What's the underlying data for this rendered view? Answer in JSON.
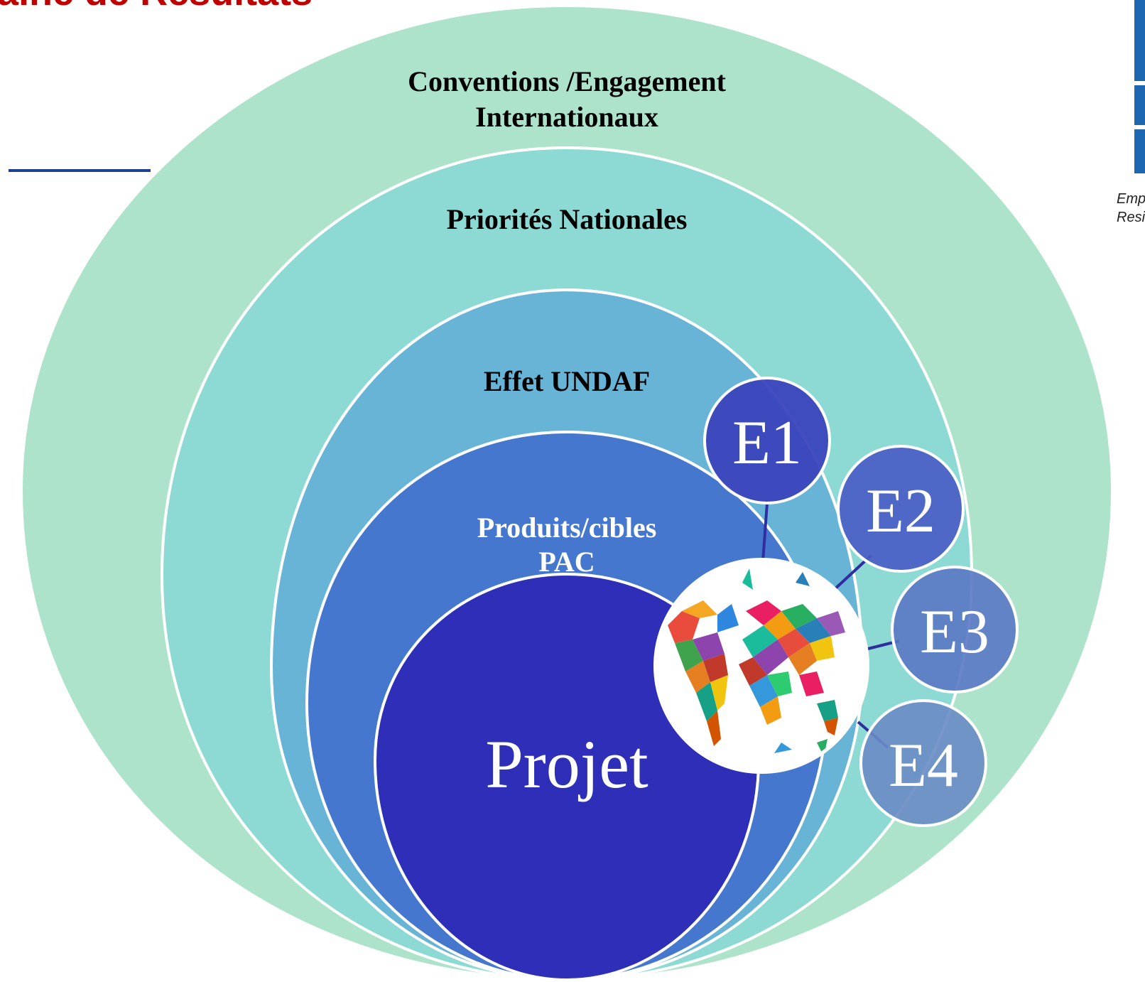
{
  "title": "aîne de Résultats",
  "tagline": {
    "line1": "Emp",
    "line2": "Resi"
  },
  "levels": {
    "outer": "Conventions /Engagement",
    "outer_line2": "Internationaux",
    "national": "Priorités Nationales",
    "undaf": "Effet  UNDAF",
    "products": "Produits/cibles",
    "products_line2": "PAC",
    "project": "Projet"
  },
  "effects": [
    "E1",
    "E2",
    "E3",
    "E4"
  ],
  "colors": {
    "outer": "#ade3cb",
    "national": "#8ddad4",
    "undaf": "#67b4d6",
    "products": "#4577cf",
    "project": "#2e2eb8",
    "e1": "#3a44bd",
    "e2": "#4a5ec5",
    "e3": "#5a78c4",
    "e4": "#6a8bc5",
    "title": "#c00000",
    "logo": "#1d66b0"
  },
  "icons": {
    "map": "world-map-icon"
  }
}
